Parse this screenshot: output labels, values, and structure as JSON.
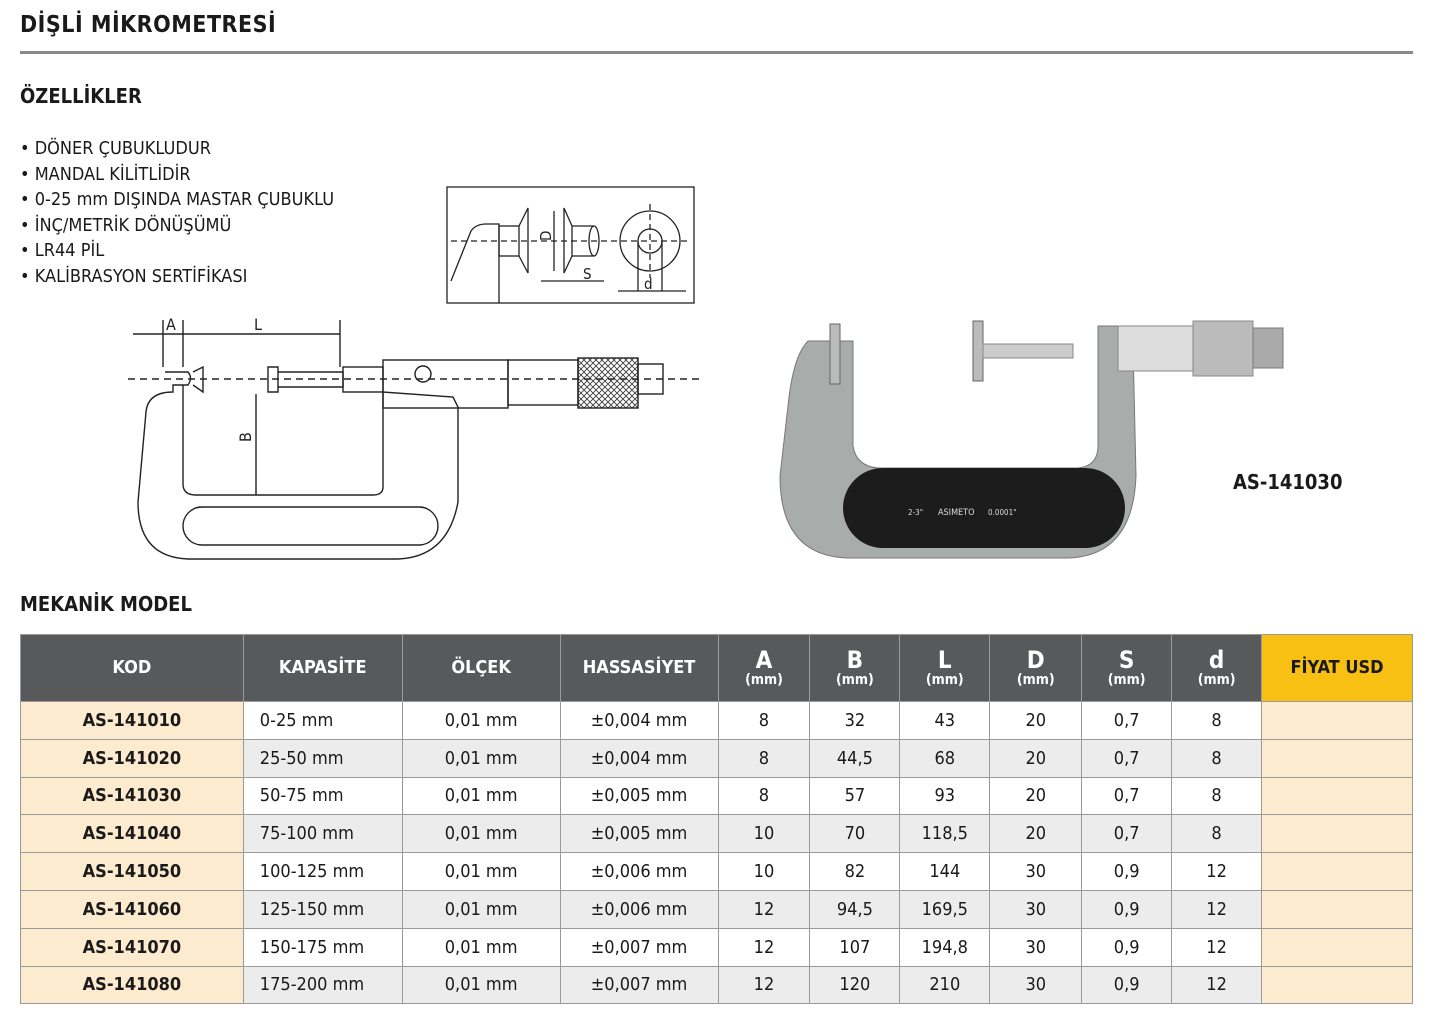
{
  "title": "DİŞLİ MİKROMETRESİ",
  "features_heading": "ÖZELLİKLER",
  "features": [
    "DÖNER ÇUBUKLUDUR",
    "MANDAL KİLİTLİDİR",
    "0-25 mm DIŞINDA MASTAR ÇUBUKLU",
    "İNÇ/METRİK DÖNÜŞÜMÜ",
    "LR44 PİL",
    "KALİBRASYON SERTİFİKASI"
  ],
  "diagram_labels": {
    "D": "D",
    "S": "S",
    "d": "d",
    "A": "A",
    "L": "L",
    "B": "B"
  },
  "photo": {
    "model": "AS-141030",
    "frame_text": [
      "2-3\"",
      "ASIMETO",
      "0.0001\""
    ]
  },
  "table_heading": "MEKANİK MODEL",
  "columns": [
    {
      "label": "KOD"
    },
    {
      "label": "KAPASİTE"
    },
    {
      "label": "ÖLÇEK"
    },
    {
      "label": "HASSASİYET"
    },
    {
      "label": "A",
      "unit": "(mm)"
    },
    {
      "label": "B",
      "unit": "(mm)"
    },
    {
      "label": "L",
      "unit": "(mm)"
    },
    {
      "label": "D",
      "unit": "(mm)"
    },
    {
      "label": "S",
      "unit": "(mm)"
    },
    {
      "label": "d",
      "unit": "(mm)"
    },
    {
      "label": "FİYAT USD"
    }
  ],
  "rows": [
    [
      "AS-141010",
      "0-25 mm",
      "0,01 mm",
      "±0,004 mm",
      "8",
      "32",
      "43",
      "20",
      "0,7",
      "8",
      ""
    ],
    [
      "AS-141020",
      "25-50 mm",
      "0,01 mm",
      "±0,004 mm",
      "8",
      "44,5",
      "68",
      "20",
      "0,7",
      "8",
      ""
    ],
    [
      "AS-141030",
      "50-75 mm",
      "0,01 mm",
      "±0,005 mm",
      "8",
      "57",
      "93",
      "20",
      "0,7",
      "8",
      ""
    ],
    [
      "AS-141040",
      "75-100 mm",
      "0,01 mm",
      "±0,005 mm",
      "10",
      "70",
      "118,5",
      "20",
      "0,7",
      "8",
      ""
    ],
    [
      "AS-141050",
      "100-125 mm",
      "0,01 mm",
      "±0,006 mm",
      "10",
      "82",
      "144",
      "30",
      "0,9",
      "12",
      ""
    ],
    [
      "AS-141060",
      "125-150 mm",
      "0,01 mm",
      "±0,006 mm",
      "12",
      "94,5",
      "169,5",
      "30",
      "0,9",
      "12",
      ""
    ],
    [
      "AS-141070",
      "150-175 mm",
      "0,01 mm",
      "±0,007 mm",
      "12",
      "107",
      "194,8",
      "30",
      "0,9",
      "12",
      ""
    ],
    [
      "AS-141080",
      "175-200 mm",
      "0,01 mm",
      "±0,007 mm",
      "12",
      "120",
      "210",
      "30",
      "0,9",
      "12",
      ""
    ]
  ],
  "colors": {
    "header": "#58595b",
    "price_header": "#f7c012",
    "kod_bg": "#fdebcf",
    "alt_row": "#ececec"
  }
}
